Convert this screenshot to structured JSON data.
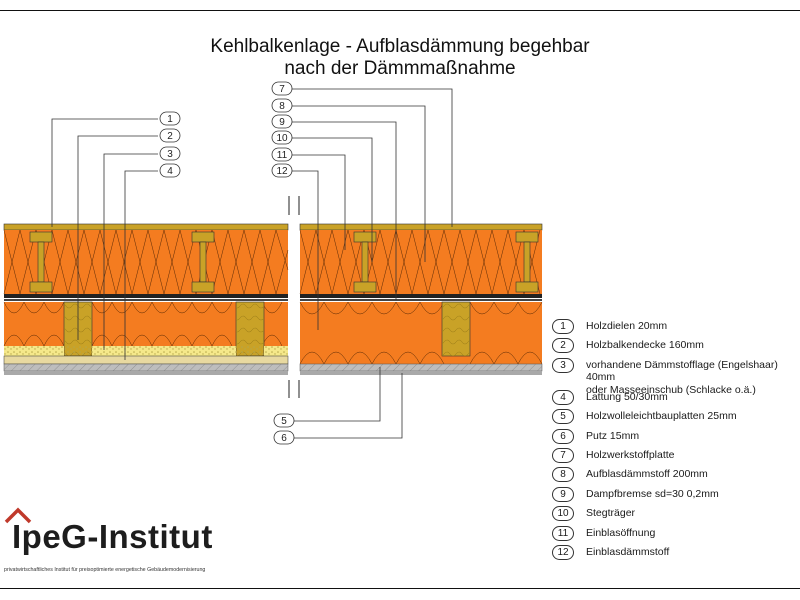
{
  "title": {
    "line1": "Kehlbalkenlage - Aufblasdämmung begehbar",
    "line2": "nach der Dämmmaßnahme"
  },
  "callouts": {
    "left_top": [
      "1",
      "2",
      "3",
      "4"
    ],
    "right_top": [
      "7",
      "8",
      "9",
      "10",
      "11",
      "12"
    ],
    "bottom": [
      "5",
      "6"
    ]
  },
  "legend": [
    {
      "num": "1",
      "text": "Holzdielen 20mm"
    },
    {
      "num": "2",
      "text": "Holzbalkendecke 160mm"
    },
    {
      "num": "3",
      "text": "vorhandene Dämmstofflage (Engelshaar) 40mm\noder Masseeinschub (Schlacke o.ä.)"
    },
    {
      "num": "4",
      "text": "Lattung 50/30mm"
    },
    {
      "num": "5",
      "text": "Holzwolleleichtbauplatten 25mm"
    },
    {
      "num": "6",
      "text": "Putz 15mm"
    },
    {
      "num": "7",
      "text": "Holzwerkstoffplatte"
    },
    {
      "num": "8",
      "text": "Aufblasdämmstoff 200mm"
    },
    {
      "num": "9",
      "text": "Dampfbremse sd=30 0,2mm"
    },
    {
      "num": "10",
      "text": "Stegträger"
    },
    {
      "num": "11",
      "text": "Einblasöffnung"
    },
    {
      "num": "12",
      "text": "Einblasdämmstoff"
    }
  ],
  "logo": {
    "name": "IpeG-Institut",
    "subtitle": "privatwirtschaftliches Institut für preisoptimierte energetische Gebäudemodernisierung"
  },
  "colors": {
    "insulation": "#f47c20",
    "insulation_dark": "#e86a10",
    "wood": "#c9a227",
    "wood_dark": "#8a6d12",
    "old_insulation": "#f5e88a",
    "plaster": "#a9a9a9",
    "logo_accent": "#c0392b"
  }
}
